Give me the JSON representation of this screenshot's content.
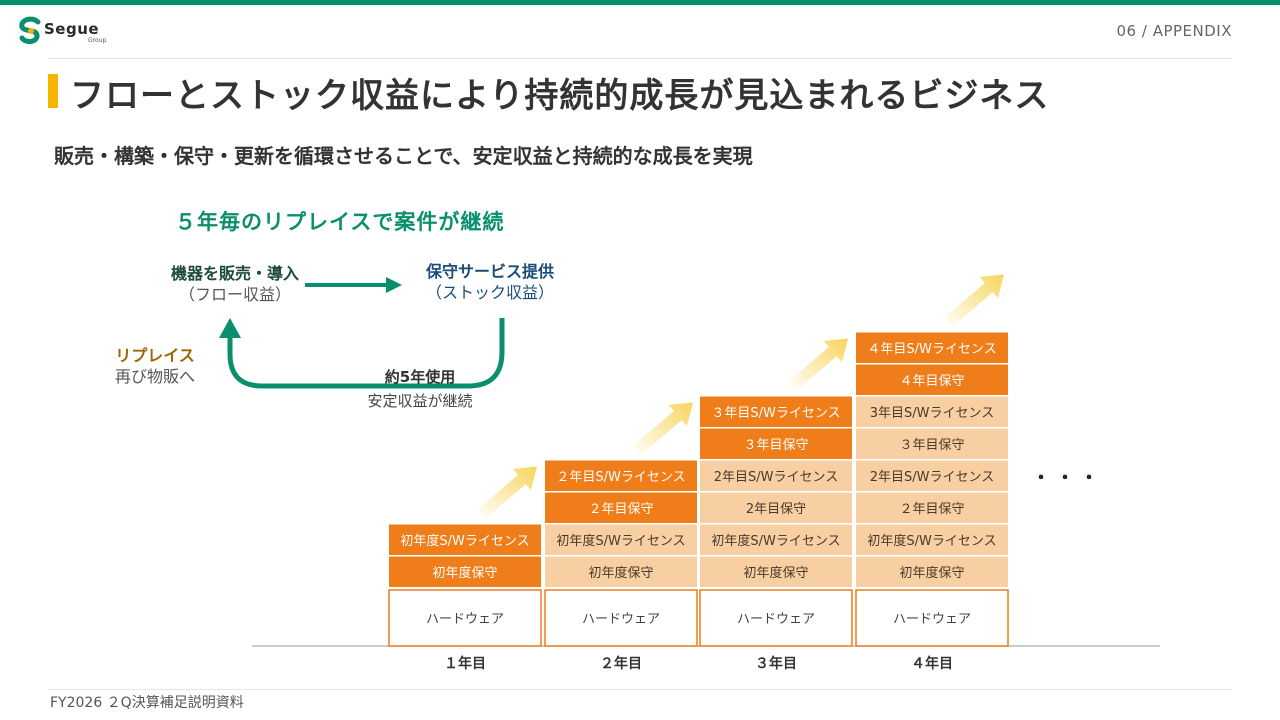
{
  "header": {
    "logo_text": "Segue",
    "logo_subtext": "Group",
    "page_tag": "06 / APPENDIX"
  },
  "title": "フローとストック収益により持続的成長が見込まれるビジネス",
  "subtitle": "販売・構築・保守・更新を循環させることで、安定収益と持続的な成長を実現",
  "cycle": {
    "heading": "５年毎のリプレイスで案件が継続",
    "flow_title": "機器を販売・導入",
    "flow_sub": "（フロー収益）",
    "stock_title": "保守サービス提供",
    "stock_sub": "（ストック収益）",
    "replace_title": "リプレイス",
    "replace_sub": "再び物販へ",
    "use_title": "約5年使用",
    "use_sub": "安定収益が継続"
  },
  "chart_data": {
    "type": "stacked-blocks",
    "categories": [
      "１年目",
      "２年目",
      "３年目",
      "４年目"
    ],
    "columns": [
      [
        "ハードウェア",
        "初年度保守",
        "初年度S/Wライセンス"
      ],
      [
        "ハードウェア",
        "初年度保守",
        "初年度S/Wライセンス",
        "２年目保守",
        "２年目S/Wライセンス"
      ],
      [
        "ハードウェア",
        "初年度保守",
        "初年度S/Wライセンス",
        "2年目保守",
        "2年目S/Wライセンス",
        "３年目保守",
        "３年目S/Wライセンス"
      ],
      [
        "ハードウェア",
        "初年度保守",
        "初年度S/Wライセンス",
        "２年目保守",
        "2年目S/Wライセンス",
        "３年目保守",
        "3年目S/Wライセンス",
        "４年目保守",
        "４年目S/Wライセンス"
      ]
    ],
    "new_blocks_per_year": [
      3,
      2,
      2,
      2
    ],
    "continuation": "・・・",
    "colors": {
      "new": "#ee7d1a",
      "carry": "#f8cfa3",
      "hardware_border": "#ee7d1a",
      "hardware_fill": "#ffffff",
      "arrow": "#f7d55a",
      "cycle": "#0a8f6c"
    }
  },
  "footer": "FY2026 ２Q決算補足説明資料"
}
